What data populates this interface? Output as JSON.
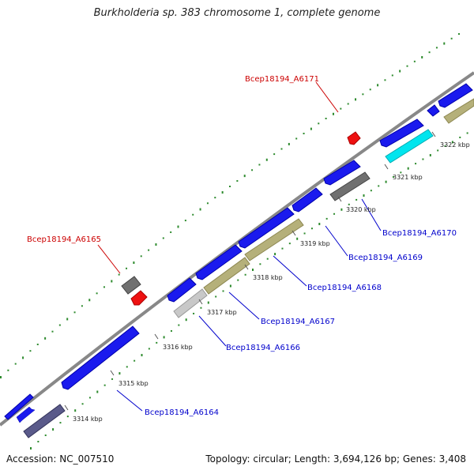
{
  "title": "Burkholderia sp. 383 chromosome 1, complete genome",
  "footer": {
    "accession": "Accession: NC_007510",
    "stats": "Topology: circular; Length: 3,694,126 bp; Genes: 3,408"
  },
  "colors": {
    "backbone": "#888888",
    "gc_dots": "#2e8b2e",
    "cds_forward": "#1a1aee",
    "cds_reverse_olive": "#b5b07a",
    "cds_reverse_dark": "#5a5a8a",
    "cds_reverse_gray": "#707070",
    "cds_reverse_cyan": "#00e5ee",
    "cds_reverse_light": "#c8c8c8",
    "trna": "#ee1111",
    "label_blue": "#0000cc",
    "label_red": "#cc0000"
  },
  "tick_labels": [
    "3314 kbp",
    "3315 kbp",
    "3316 kbp",
    "3317 kbp",
    "3318 kbp",
    "3319 kbp",
    "3320 kbp",
    "3321 kbp",
    "3322 kbp"
  ],
  "gene_labels": [
    {
      "text": "Bcep18194_A6164",
      "color": "blue"
    },
    {
      "text": "Bcep18194_A6165",
      "color": "red"
    },
    {
      "text": "Bcep18194_A6166",
      "color": "blue"
    },
    {
      "text": "Bcep18194_A6167",
      "color": "blue"
    },
    {
      "text": "Bcep18194_A6168",
      "color": "blue"
    },
    {
      "text": "Bcep18194_A6169",
      "color": "blue"
    },
    {
      "text": "Bcep18194_A6170",
      "color": "blue"
    },
    {
      "text": "Bcep18194_A6171",
      "color": "red"
    }
  ]
}
